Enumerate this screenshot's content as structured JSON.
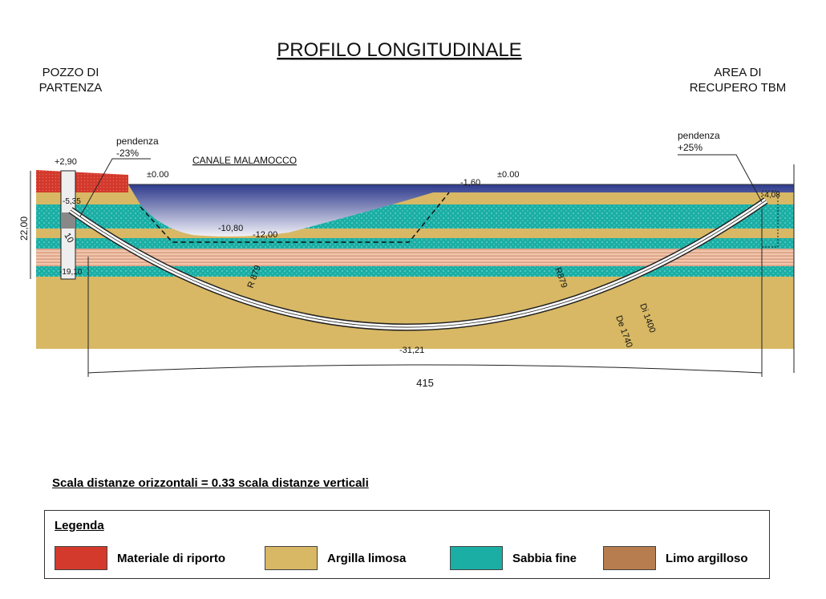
{
  "title": "PROFILO LONGITUDINALE",
  "left_label": [
    "POZZO DI",
    "PARTENZA"
  ],
  "right_label": [
    "AREA DI",
    "RECUPERO TBM"
  ],
  "left_slope": [
    "pendenza",
    "-23%"
  ],
  "right_slope": [
    "pendenza",
    "+25%"
  ],
  "channel_name": "CANALE MALAMOCCO",
  "elevations": {
    "shaft_top": "+2,90",
    "water_left": "±0.00",
    "water_right": "±0.00",
    "channel_bottom": "-10,80",
    "dredge": "-12,00",
    "bank": "-1,60",
    "shaft_exit": "-5,35",
    "shaft_bottom": "-19,10",
    "lowest": "-31,21",
    "exit_right": "-4,08"
  },
  "dims": {
    "shaft_height": "22,00",
    "shaft_width": "10",
    "radius_left": "R 879",
    "radius_right": "R879",
    "inner_diameter": "Di 1400",
    "outer_diameter": "De 1740",
    "length": "415"
  },
  "scale_note": "Scala distanze orizzontali = 0.33 scala distanze verticali",
  "legend": {
    "title": "Legenda",
    "items": [
      {
        "label": "Materiale di riporto",
        "color": "#d33a2c"
      },
      {
        "label": "Argilla limosa",
        "color": "#d8b865"
      },
      {
        "label": "Sabbia fine",
        "color": "#1aaea4"
      },
      {
        "label": "Limo argilloso",
        "color": "#b87d4e"
      }
    ]
  },
  "colors": {
    "water": "#2d3a8c",
    "clay": "#d8b865",
    "sand": "#1aaea4",
    "silt": "#e8b59a",
    "fill": "#d33a2c"
  }
}
